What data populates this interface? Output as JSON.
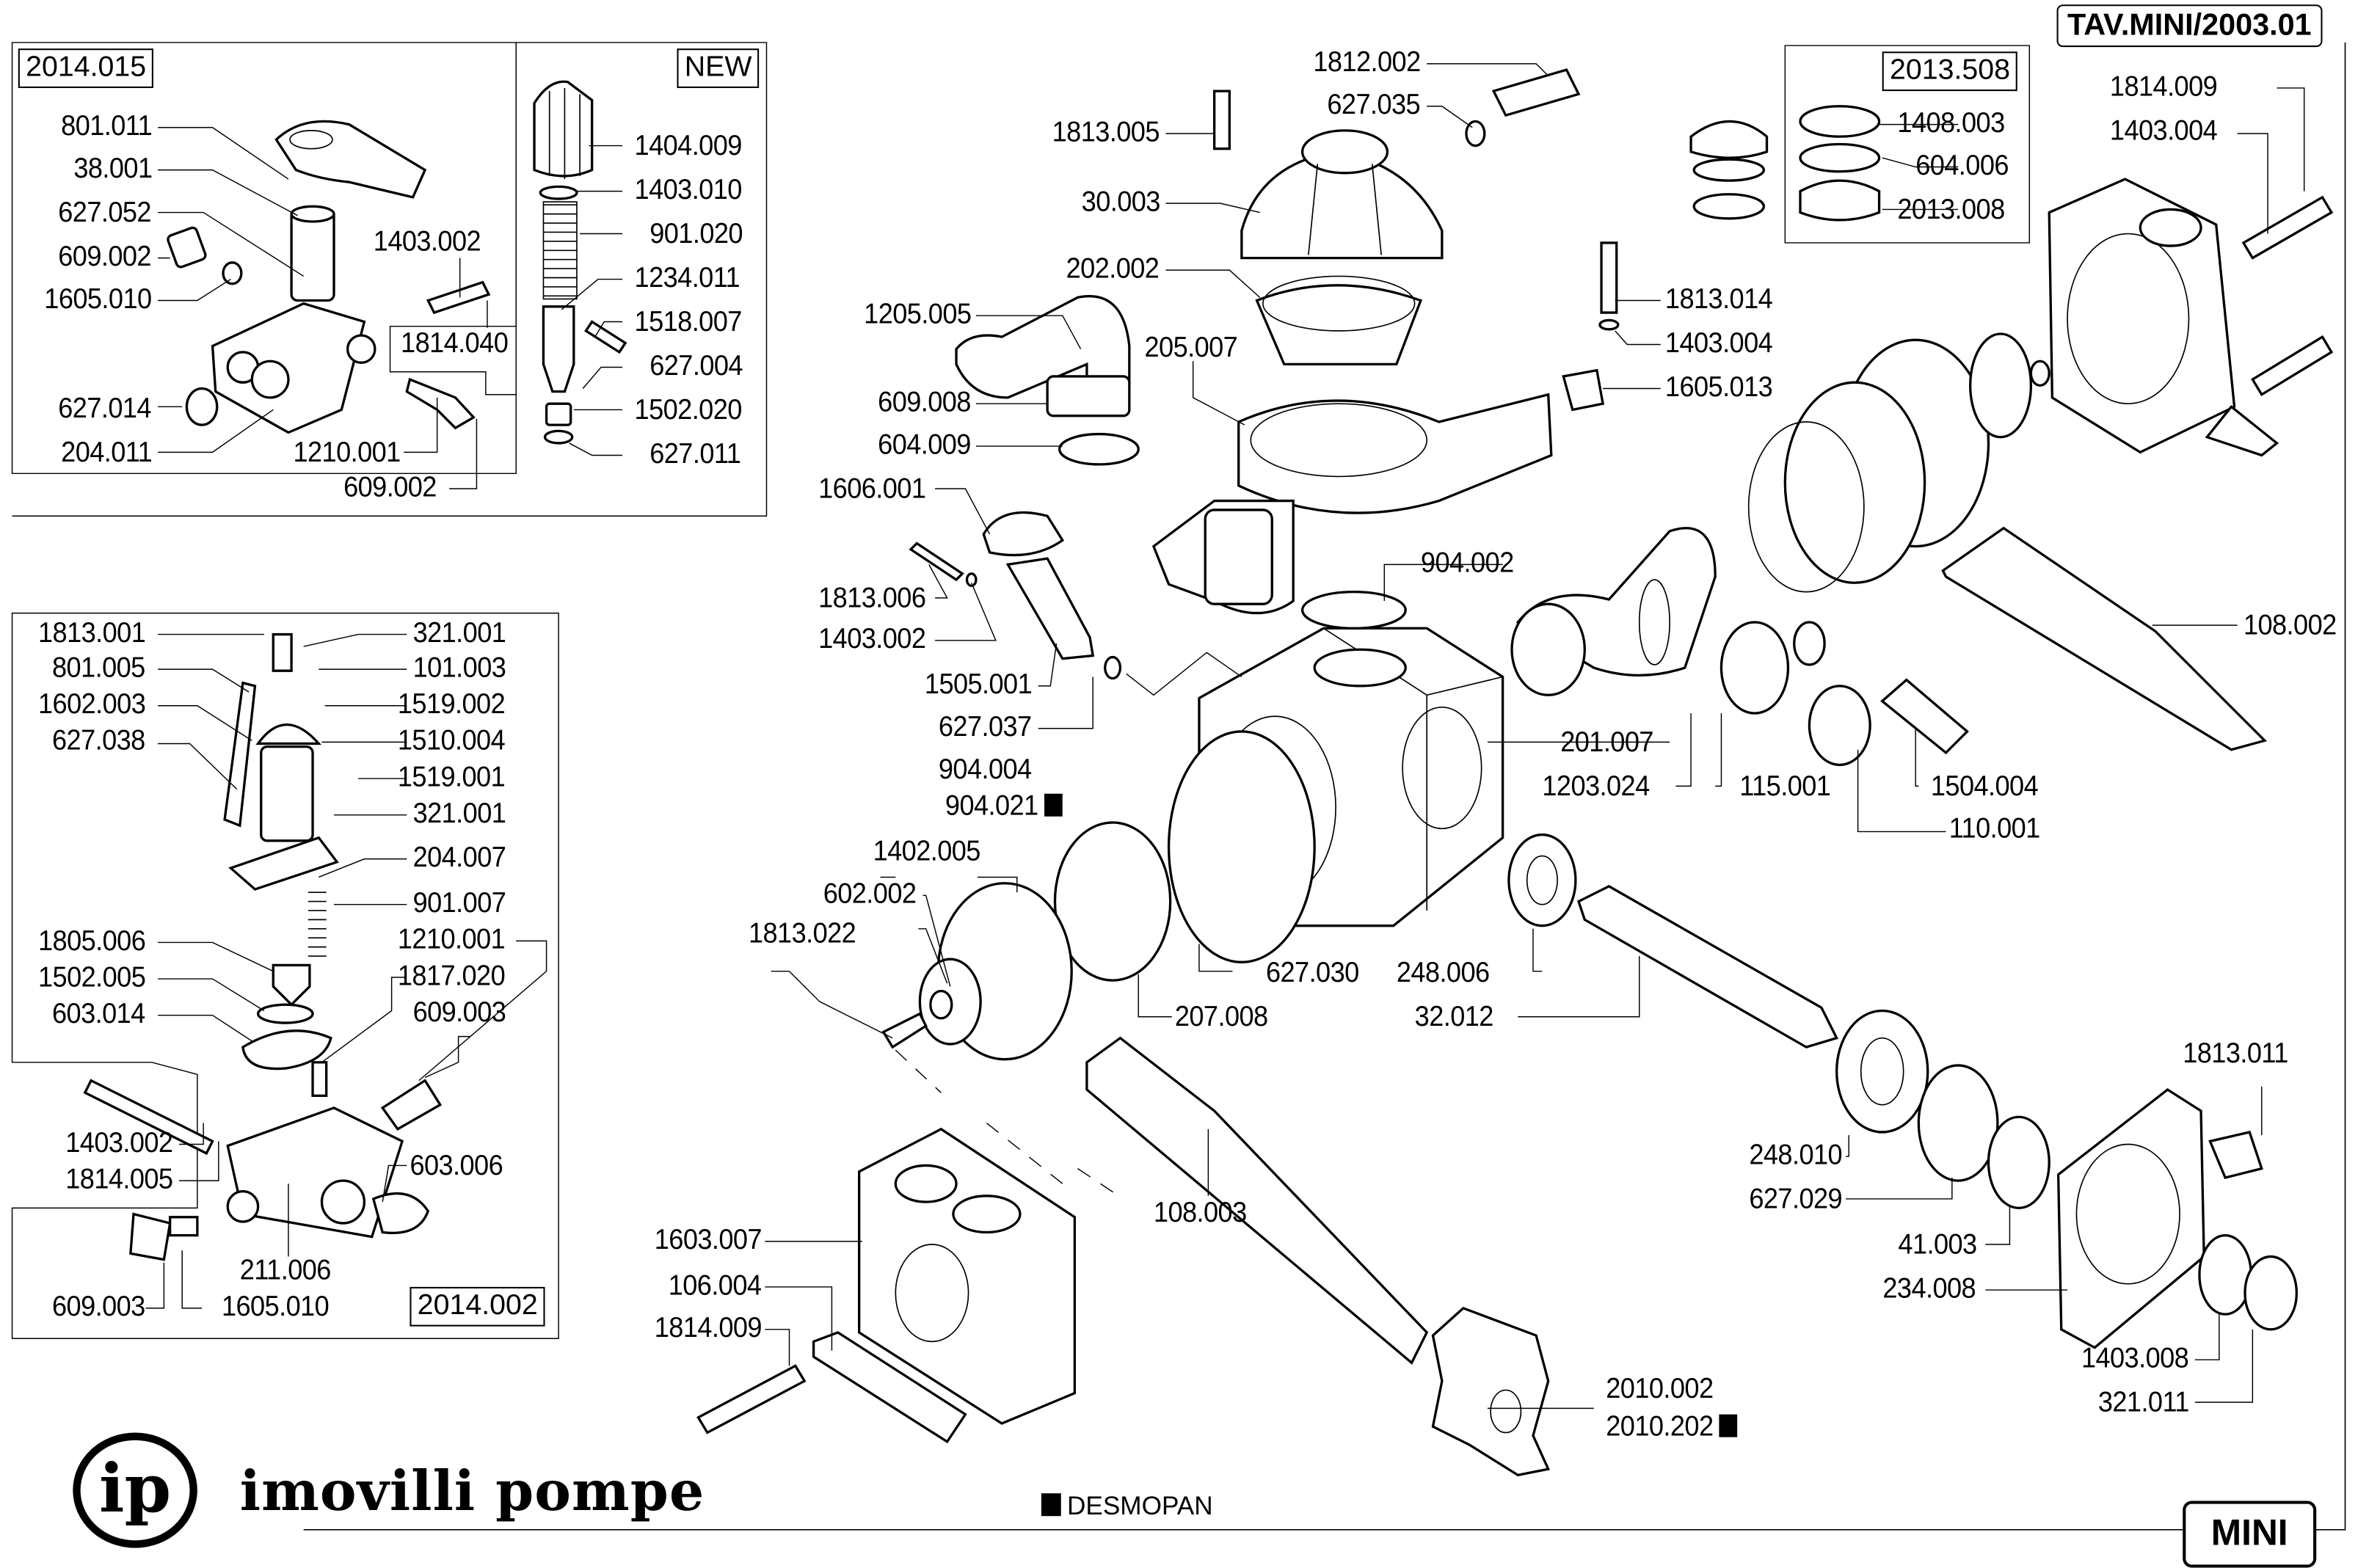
{
  "sheet_code": "TAV.MINI/2003.01",
  "model_badge": "MINI",
  "brand": {
    "logo_text": "ip",
    "name": "imovilli pompe"
  },
  "legend": {
    "marker": "black-square",
    "text": "DESMOPAN"
  },
  "kit_boxes": {
    "regulator_2014_015": "2014.015",
    "new_regulator": "NEW",
    "valve_kit_2013_508": "2013.508",
    "regulator_2014_002": "2014.002"
  },
  "labels": {
    "box1": [
      "801.011",
      "38.001",
      "627.052",
      "609.002",
      "1605.010",
      "627.014",
      "204.011",
      "1210.001",
      "609.002",
      "1403.002",
      "1814.040"
    ],
    "box_new": [
      "1404.009",
      "1403.010",
      "901.020",
      "1234.011",
      "1518.007",
      "627.004",
      "1502.020",
      "627.011"
    ],
    "box2_left": [
      "1813.001",
      "801.005",
      "1602.003",
      "627.038",
      "1805.006",
      "1502.005",
      "603.014",
      "1403.002",
      "1814.005",
      "609.003",
      "1605.010",
      "211.006"
    ],
    "box2_right": [
      "321.001",
      "101.003",
      "1519.002",
      "1510.004",
      "1519.001",
      "321.001",
      "204.007",
      "901.007",
      "1210.001",
      "1817.020",
      "609.003",
      "603.006"
    ],
    "top_center": [
      "1812.002",
      "627.035",
      "1813.005",
      "30.003",
      "202.002",
      "1205.005",
      "205.007",
      "609.008",
      "604.009"
    ],
    "valve_kit": [
      "1408.003",
      "604.006",
      "2013.008"
    ],
    "right_top": [
      "1814.009",
      "1403.004",
      "1813.014",
      "1403.004",
      "1605.013"
    ],
    "mid_left": [
      "1606.001",
      "1813.006",
      "1403.002",
      "1505.001",
      "627.037",
      "904.004",
      "904.021"
    ],
    "mid": [
      "904.002",
      "201.007",
      "1203.024",
      "115.001",
      "1504.004",
      "110.001",
      "108.002"
    ],
    "lower_mid": [
      "1402.005",
      "602.002",
      "1813.022",
      "627.030",
      "248.006",
      "207.008",
      "32.012",
      "108.003"
    ],
    "lower_right": [
      "1813.011",
      "248.010",
      "627.029",
      "41.003",
      "234.008",
      "1403.008",
      "321.011"
    ],
    "bottom": [
      "1603.007",
      "106.004",
      "1814.009",
      "2010.002",
      "2010.202"
    ]
  },
  "desmopan_marked": [
    "904.021",
    "2010.202"
  ]
}
